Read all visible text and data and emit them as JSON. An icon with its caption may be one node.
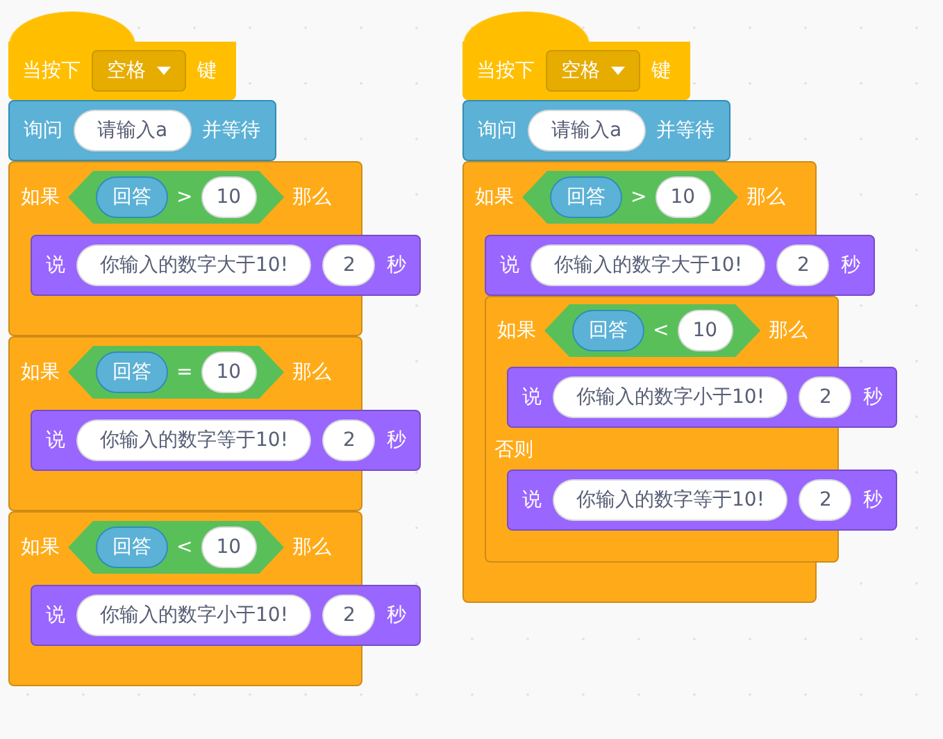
{
  "diagram": {
    "nodes": [
      {
        "text": [
          "当按下",
          "键"
        ]
      },
      {
        "text": [
          "空格"
        ],
        "in": 0
      },
      {
        "text": [
          "询问",
          "并等待"
        ]
      },
      {
        "text": [
          "请输入a"
        ],
        "in": 2
      },
      {
        "text": [
          "如果",
          "那么"
        ]
      },
      {
        "text": [
          ">"
        ],
        "in": 4
      },
      {
        "text": [
          "回答"
        ],
        "in": 5
      },
      {
        "text": [
          "10"
        ],
        "in": 5
      },
      {
        "text": [
          "说",
          "秒"
        ],
        "in": 4
      },
      {
        "text": [
          "你输入的数字大于10!"
        ],
        "in": 8
      },
      {
        "text": [
          "2"
        ],
        "in": 8
      },
      {
        "text": [
          "如果",
          "那么"
        ]
      },
      {
        "text": [
          "="
        ],
        "in": 11
      },
      {
        "text": [
          "回答"
        ],
        "in": 12
      },
      {
        "text": [
          "10"
        ],
        "in": 12
      },
      {
        "text": [
          "说",
          "秒"
        ],
        "in": 11
      },
      {
        "text": [
          "你输入的数字等于10!"
        ],
        "in": 15
      },
      {
        "text": [
          "2"
        ],
        "in": 15
      },
      {
        "text": [
          "如果",
          "那么"
        ]
      },
      {
        "text": [
          "<"
        ],
        "in": 18
      },
      {
        "text": [
          "回答"
        ],
        "in": 19
      },
      {
        "text": [
          "10"
        ],
        "in": 19
      },
      {
        "text": [
          "说",
          "秒"
        ],
        "in": 18
      },
      {
        "text": [
          "你输入的数字小于10!"
        ],
        "in": 22
      },
      {
        "text": [
          "2"
        ],
        "in": 22
      },
      {
        "text": [
          "当按下",
          "键"
        ]
      },
      {
        "text": [
          "空格"
        ],
        "in": 25
      },
      {
        "text": [
          "询问",
          "并等待"
        ]
      },
      {
        "text": [
          "请输入a"
        ],
        "in": 27
      },
      {
        "text": [
          "如果",
          "那么"
        ]
      },
      {
        "text": [
          ">"
        ],
        "in": 29
      },
      {
        "text": [
          "回答"
        ],
        "in": 30
      },
      {
        "text": [
          "10"
        ],
        "in": 30
      },
      {
        "text": [
          "说",
          "秒"
        ],
        "in": 29
      },
      {
        "text": [
          "你输入的数字大于10!"
        ],
        "in": 33
      },
      {
        "text": [
          "2"
        ],
        "in": 33
      },
      {
        "text": [
          "如果",
          "那么",
          "否则"
        ],
        "in": 29
      },
      {
        "text": [
          "<"
        ],
        "in": 36
      },
      {
        "text": [
          "回答"
        ],
        "in": 37
      },
      {
        "text": [
          "10"
        ],
        "in": 37
      },
      {
        "text": [
          "说",
          "秒"
        ],
        "in": 36
      },
      {
        "text": [
          "你输入的数字小于10!"
        ],
        "in": 40
      },
      {
        "text": [
          "2"
        ],
        "in": 40
      },
      {
        "text": [
          "说",
          "秒"
        ],
        "in": 36
      },
      {
        "text": [
          "你输入的数字等于10!"
        ],
        "in": 43
      },
      {
        "text": [
          "2"
        ],
        "in": 43
      }
    ]
  }
}
